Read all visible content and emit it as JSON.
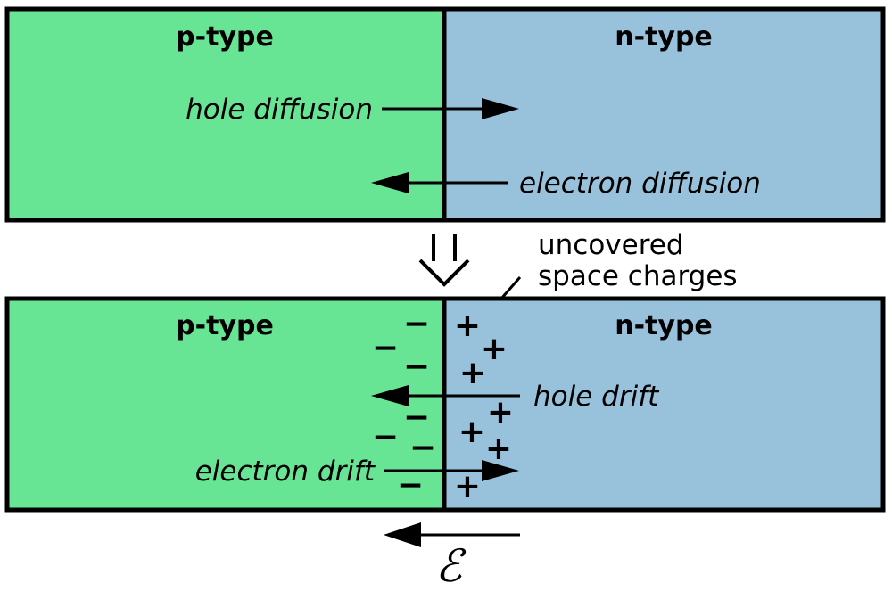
{
  "colors": {
    "p_region": "#68e594",
    "n_region": "#98c2dc",
    "stroke": "#000000",
    "background": "#ffffff"
  },
  "top_panel": {
    "p_label": "p-type",
    "n_label": "n-type",
    "hole_diffusion": "hole diffusion",
    "electron_diffusion": "electron diffusion"
  },
  "transition": {
    "arrow_icon": "hollow-down-arrow-icon"
  },
  "annotation": {
    "line1": "uncovered",
    "line2": "space charges"
  },
  "bottom_panel": {
    "p_label": "p-type",
    "n_label": "n-type",
    "hole_drift": "hole drift",
    "electron_drift": "electron drift",
    "negative_charges": [
      "−",
      "−",
      "−",
      "−",
      "−",
      "−",
      "−"
    ],
    "positive_charges": [
      "+",
      "+",
      "+",
      "+",
      "+",
      "+",
      "+"
    ]
  },
  "field": {
    "symbol": "ℰ"
  }
}
